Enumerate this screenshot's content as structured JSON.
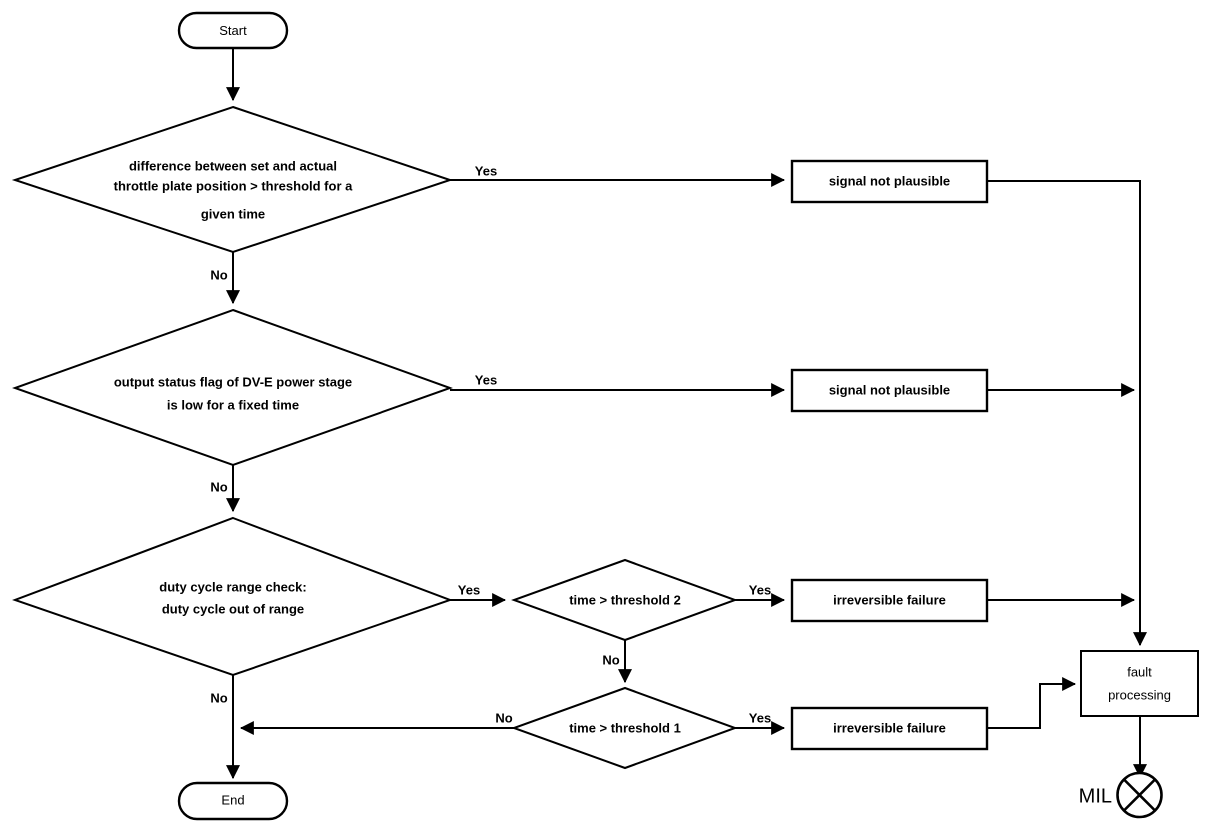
{
  "diagram": {
    "title": "Throttle plate / DV-E power stage fault detection flowchart",
    "background_color": "#ffffff",
    "line_color": "#000000",
    "shape_fill": "#ffffff"
  },
  "nodes": {
    "start": {
      "label": "Start",
      "type": "terminator"
    },
    "end": {
      "label": "End",
      "type": "terminator"
    },
    "decision1": {
      "type": "decision",
      "line1": "difference between set and actual",
      "line2": "throttle plate position > threshold  for a",
      "line3": "given time"
    },
    "decision2": {
      "type": "decision",
      "line1": "output status flag of DV-E power stage",
      "line2": "is low for a fixed time"
    },
    "decision3": {
      "type": "decision",
      "line1": "duty cycle range check:",
      "line2": "duty cycle out of range"
    },
    "decision_threshold2": {
      "type": "decision",
      "label": "time > threshold 2"
    },
    "decision_threshold1": {
      "type": "decision",
      "label": "time > threshold 1"
    },
    "process1": {
      "type": "process",
      "label": "signal not plausible"
    },
    "process2": {
      "type": "process",
      "label": "signal not plausible"
    },
    "process3": {
      "type": "process",
      "label": "irreversible failure"
    },
    "process4": {
      "type": "process",
      "label": "irreversible failure"
    },
    "fault_processing": {
      "type": "process",
      "line1": "fault",
      "line2": "processing"
    },
    "mil": {
      "type": "indicator",
      "label": "MIL",
      "symbol": "circle-x"
    }
  },
  "edge_labels": {
    "d1_yes": "Yes",
    "d1_no": "No",
    "d2_yes": "Yes",
    "d2_no": "No",
    "d3_yes": "Yes",
    "d3_no": "No",
    "t2_yes": "Yes",
    "t2_no": "No",
    "t1_yes": "Yes",
    "t1_no": "No"
  }
}
